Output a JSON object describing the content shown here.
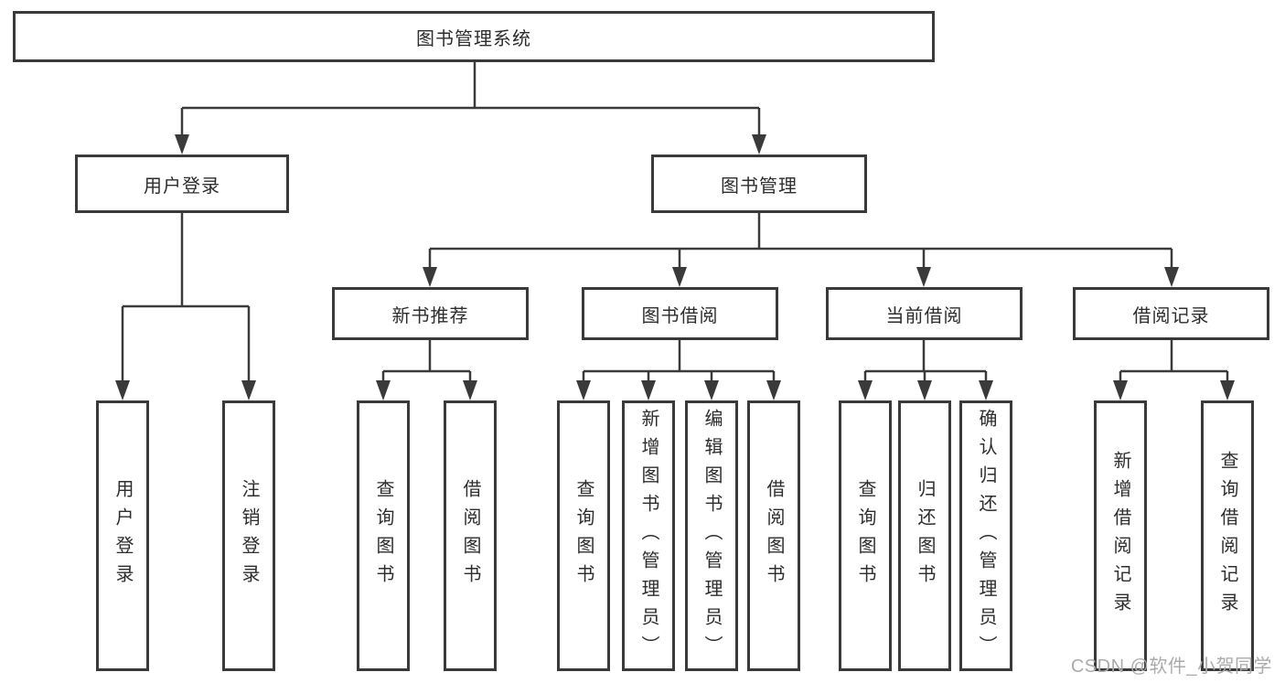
{
  "diagram": {
    "root": {
      "label": "图书管理系统"
    },
    "level2": [
      {
        "label": "用户登录",
        "children": [
          "用户登录",
          "注销登录"
        ]
      },
      {
        "label": "图书管理"
      }
    ],
    "level3": [
      {
        "label": "新书推荐",
        "children": [
          "查询图书",
          "借阅图书"
        ]
      },
      {
        "label": "图书借阅",
        "children": [
          "查询图书",
          "新增图书（管理员）",
          "编辑图书（管理员）",
          "借阅图书"
        ]
      },
      {
        "label": "当前借阅",
        "children": [
          "查询图书",
          "归还图书",
          "确认归还（管理员）"
        ]
      },
      {
        "label": "借阅记录",
        "children": [
          "新增借阅记录",
          "查询借阅记录"
        ]
      }
    ]
  },
  "watermark": {
    "text": "CSDN @软件_小贺同学"
  },
  "colors": {
    "line": "#3a3a3a",
    "box_border": "#3a3a3a",
    "text": "#2d2d2d",
    "watermark": "#ababab",
    "background": "#ffffff"
  }
}
